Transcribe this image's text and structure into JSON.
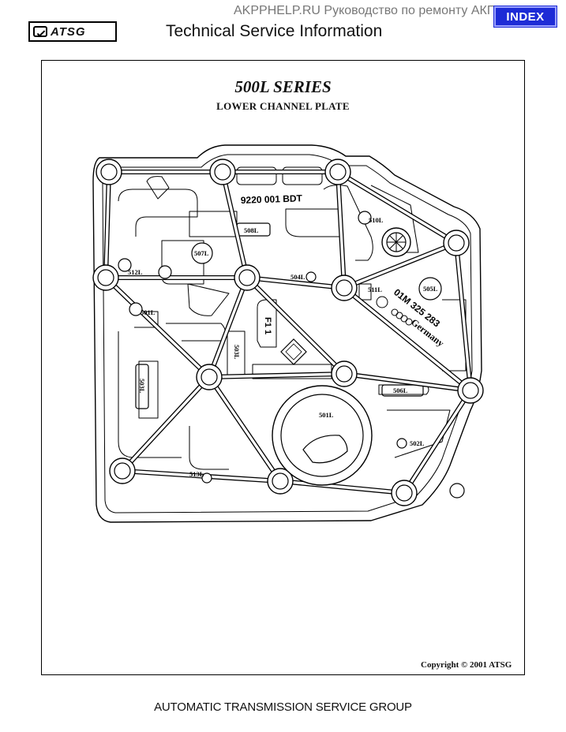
{
  "header": {
    "logo_text": "ATSG",
    "watermark": "AKPPHELP.RU Руководство по ремонту АКПП",
    "index_label": "INDEX",
    "title": "Technical Service Information"
  },
  "document": {
    "series_title": "500L SERIES",
    "subtitle": "LOWER CHANNEL PLATE",
    "copyright": "Copyright © 2001 ATSG"
  },
  "diagram": {
    "part_number": "9220 001 BDT",
    "casting_code": "F1 1",
    "stamp_part": "01M 325 283",
    "stamp_origin": "Germany",
    "labels": [
      "510L",
      "508L",
      "507L",
      "512L",
      "504L",
      "511L",
      "505L",
      "501L",
      "503L",
      "503L",
      "506L",
      "501L",
      "502L",
      "513L"
    ]
  },
  "footer": {
    "text": "AUTOMATIC TRANSMISSION SERVICE GROUP"
  }
}
